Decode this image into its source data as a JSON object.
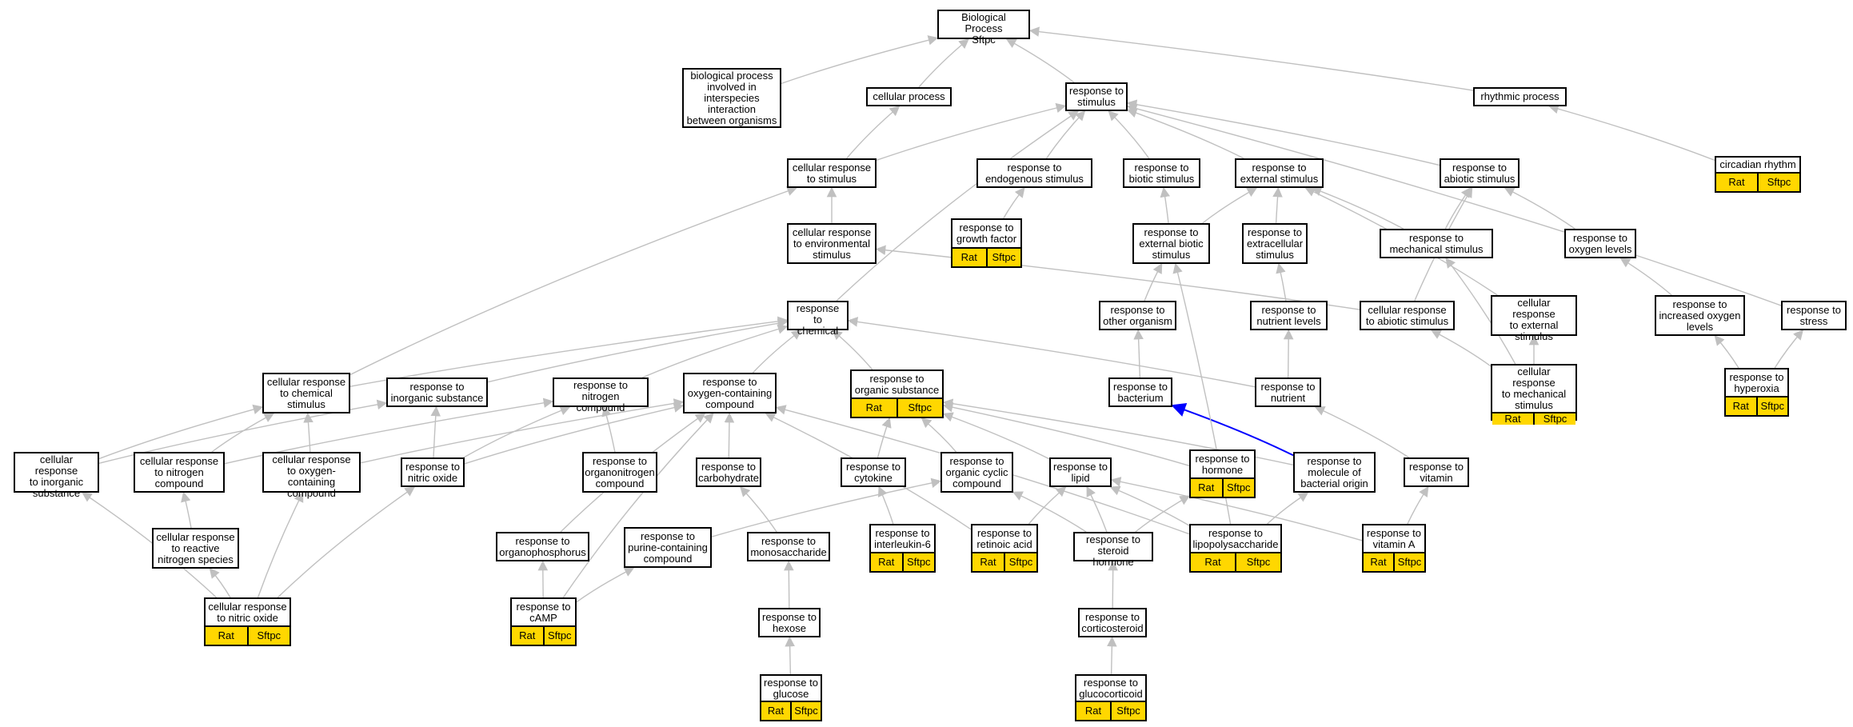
{
  "colors": {
    "edge": "#c0c0c0",
    "highlight_edge": "#0000ff",
    "annotated_fill": "#ffd700",
    "border": "#000000"
  },
  "nodes": [
    {
      "id": "bp",
      "label": "Biological Process\nSftpc"
    },
    {
      "id": "bpinter",
      "label": "biological process\ninvolved in\ninterspecies\ninteraction\nbetween organisms"
    },
    {
      "id": "cellproc",
      "label": "cellular process"
    },
    {
      "id": "rstim",
      "label": "response to\nstimulus"
    },
    {
      "id": "rhythm",
      "label": "rhythmic process"
    },
    {
      "id": "circ",
      "label": "circadian rhythm",
      "tags": [
        "Rat",
        "Sftpc"
      ]
    },
    {
      "id": "crstim",
      "label": "cellular response\nto stimulus"
    },
    {
      "id": "rendo",
      "label": "response to\nendogenous stimulus"
    },
    {
      "id": "rbiotic",
      "label": "response to\nbiotic stimulus"
    },
    {
      "id": "rext",
      "label": "response to\nexternal stimulus"
    },
    {
      "id": "rabiotic",
      "label": "response to\nabiotic stimulus"
    },
    {
      "id": "crenv",
      "label": "cellular response\nto environmental\nstimulus"
    },
    {
      "id": "rgrowth",
      "label": "response to\ngrowth factor",
      "tags": [
        "Rat",
        "Sftpc"
      ]
    },
    {
      "id": "rextbio",
      "label": "response to\nexternal biotic\nstimulus"
    },
    {
      "id": "rextra",
      "label": "response to\nextracellular\nstimulus"
    },
    {
      "id": "rmech",
      "label": "response to\nmechanical stimulus"
    },
    {
      "id": "roxy",
      "label": "response to\noxygen levels"
    },
    {
      "id": "rchem",
      "label": "response to\nchemical"
    },
    {
      "id": "rother",
      "label": "response to\nother organism"
    },
    {
      "id": "rnutlev",
      "label": "response to\nnutrient levels"
    },
    {
      "id": "crabio",
      "label": "cellular response\nto abiotic stimulus"
    },
    {
      "id": "crext",
      "label": "cellular response\nto external\nstimulus"
    },
    {
      "id": "rincox",
      "label": "response to\nincreased oxygen\nlevels"
    },
    {
      "id": "rstress",
      "label": "response to\nstress"
    },
    {
      "id": "crchem",
      "label": "cellular response\nto chemical\nstimulus"
    },
    {
      "id": "rinorg",
      "label": "response to\ninorganic substance"
    },
    {
      "id": "rnitro",
      "label": "response to\nnitrogen compound"
    },
    {
      "id": "roxcomp",
      "label": "response to\noxygen-containing\ncompound"
    },
    {
      "id": "rorgsub",
      "label": "response to\norganic substance",
      "tags": [
        "Rat",
        "Sftpc"
      ]
    },
    {
      "id": "rbact",
      "label": "response to\nbacterium"
    },
    {
      "id": "rnut",
      "label": "response to\nnutrient"
    },
    {
      "id": "crmech",
      "label": "cellular response\nto mechanical\nstimulus",
      "tags": [
        "Rat",
        "Sftpc"
      ]
    },
    {
      "id": "rhyper",
      "label": "response to\nhyperoxia",
      "tags": [
        "Rat",
        "Sftpc"
      ]
    },
    {
      "id": "crinorg",
      "label": "cellular response\nto inorganic\nsubstance"
    },
    {
      "id": "crnitro",
      "label": "cellular response\nto nitrogen\ncompound"
    },
    {
      "id": "croxcomp",
      "label": "cellular response\nto oxygen-containing\ncompound"
    },
    {
      "id": "rno",
      "label": "response to\nnitric oxide"
    },
    {
      "id": "rorgnit",
      "label": "response to\norganonitrogen\ncompound"
    },
    {
      "id": "rcarb",
      "label": "response to\ncarbohydrate"
    },
    {
      "id": "rcyt",
      "label": "response to\ncytokine"
    },
    {
      "id": "rorgcyc",
      "label": "response to\norganic cyclic\ncompound"
    },
    {
      "id": "rlipid",
      "label": "response to\nlipid"
    },
    {
      "id": "rhorm",
      "label": "response to\nhormone",
      "tags": [
        "Rat",
        "Sftpc"
      ]
    },
    {
      "id": "rmolbact",
      "label": "response to\nmolecule of\nbacterial origin"
    },
    {
      "id": "rvit",
      "label": "response to\nvitamin"
    },
    {
      "id": "crrns",
      "label": "cellular response\nto reactive\nnitrogen species"
    },
    {
      "id": "rorgphos",
      "label": "response to\norganophosphorus"
    },
    {
      "id": "rpurine",
      "label": "response to\npurine-containing\ncompound"
    },
    {
      "id": "rmono",
      "label": "response to\nmonosaccharide"
    },
    {
      "id": "ril6",
      "label": "response to\ninterleukin-6",
      "tags": [
        "Rat",
        "Sftpc"
      ]
    },
    {
      "id": "rretin",
      "label": "response to\nretinoic acid",
      "tags": [
        "Rat",
        "Sftpc"
      ]
    },
    {
      "id": "rster",
      "label": "response to\nsteroid hormone"
    },
    {
      "id": "rlps",
      "label": "response to\nlipopolysaccharide",
      "tags": [
        "Rat",
        "Sftpc"
      ]
    },
    {
      "id": "rvita",
      "label": "response to\nvitamin A",
      "tags": [
        "Rat",
        "Sftpc"
      ]
    },
    {
      "id": "crno",
      "label": "cellular response\nto nitric oxide",
      "tags": [
        "Rat",
        "Sftpc"
      ]
    },
    {
      "id": "rcamp",
      "label": "response to\ncAMP",
      "tags": [
        "Rat",
        "Sftpc"
      ]
    },
    {
      "id": "rhex",
      "label": "response to\nhexose"
    },
    {
      "id": "rcort",
      "label": "response to\ncorticosteroid"
    },
    {
      "id": "rgluc",
      "label": "response to\nglucose",
      "tags": [
        "Rat",
        "Sftpc"
      ]
    },
    {
      "id": "rglucoc",
      "label": "response to\nglucocorticoid",
      "tags": [
        "Rat",
        "Sftpc"
      ]
    }
  ],
  "edges": [
    [
      "bpinter",
      "bp"
    ],
    [
      "cellproc",
      "bp"
    ],
    [
      "rstim",
      "bp"
    ],
    [
      "rhythm",
      "bp"
    ],
    [
      "circ",
      "rhythm"
    ],
    [
      "crstim",
      "cellproc"
    ],
    [
      "crstim",
      "rstim"
    ],
    [
      "rendo",
      "rstim"
    ],
    [
      "rbiotic",
      "rstim"
    ],
    [
      "rext",
      "rstim"
    ],
    [
      "rabiotic",
      "rstim"
    ],
    [
      "rstress",
      "rstim"
    ],
    [
      "rchem",
      "rstim"
    ],
    [
      "crenv",
      "crstim"
    ],
    [
      "rgrowth",
      "rendo"
    ],
    [
      "rextbio",
      "rbiotic"
    ],
    [
      "rextbio",
      "rext"
    ],
    [
      "rextra",
      "rext"
    ],
    [
      "rmech",
      "rabiotic"
    ],
    [
      "rmech",
      "rext"
    ],
    [
      "roxy",
      "rabiotic"
    ],
    [
      "rother",
      "rextbio"
    ],
    [
      "rnutlev",
      "rextra"
    ],
    [
      "crabio",
      "crenv"
    ],
    [
      "crabio",
      "rabiotic"
    ],
    [
      "crext",
      "rext"
    ],
    [
      "rincox",
      "roxy"
    ],
    [
      "crchem",
      "crstim"
    ],
    [
      "crchem",
      "rchem"
    ],
    [
      "rinorg",
      "rchem"
    ],
    [
      "rnitro",
      "rchem"
    ],
    [
      "roxcomp",
      "rchem"
    ],
    [
      "rorgsub",
      "rchem"
    ],
    [
      "rbact",
      "rother"
    ],
    [
      "rnut",
      "rnutlev"
    ],
    [
      "rnut",
      "rchem"
    ],
    [
      "crmech",
      "crabio"
    ],
    [
      "crmech",
      "crext"
    ],
    [
      "crmech",
      "rmech"
    ],
    [
      "rhyper",
      "rincox"
    ],
    [
      "rhyper",
      "rstress"
    ],
    [
      "crinorg",
      "crchem"
    ],
    [
      "crinorg",
      "rinorg"
    ],
    [
      "crnitro",
      "crchem"
    ],
    [
      "crnitro",
      "rnitro"
    ],
    [
      "croxcomp",
      "crchem"
    ],
    [
      "croxcomp",
      "roxcomp"
    ],
    [
      "rno",
      "rinorg"
    ],
    [
      "rno",
      "rnitro"
    ],
    [
      "rno",
      "roxcomp"
    ],
    [
      "rorgnit",
      "rnitro"
    ],
    [
      "rcarb",
      "roxcomp"
    ],
    [
      "rcyt",
      "rorgsub"
    ],
    [
      "rorgcyc",
      "rorgsub"
    ],
    [
      "rlipid",
      "rorgsub"
    ],
    [
      "rhorm",
      "rorgsub"
    ],
    [
      "rmolbact",
      "rorgsub"
    ],
    [
      "rmolbact",
      "rbact"
    ],
    [
      "rvit",
      "rnut"
    ],
    [
      "crrns",
      "crnitro"
    ],
    [
      "rorgphos",
      "roxcomp"
    ],
    [
      "rpurine",
      "rorgcyc"
    ],
    [
      "rmono",
      "rcarb"
    ],
    [
      "ril6",
      "rcyt"
    ],
    [
      "rretin",
      "rlipid"
    ],
    [
      "rretin",
      "roxcomp"
    ],
    [
      "rster",
      "rlipid"
    ],
    [
      "rster",
      "rhorm"
    ],
    [
      "rster",
      "rorgcyc"
    ],
    [
      "rlps",
      "rlipid"
    ],
    [
      "rlps",
      "rmolbact"
    ],
    [
      "rlps",
      "rextbio"
    ],
    [
      "rlps",
      "roxcomp"
    ],
    [
      "rvita",
      "rvit"
    ],
    [
      "rvita",
      "rlipid"
    ],
    [
      "crno",
      "crinorg"
    ],
    [
      "crno",
      "crrns"
    ],
    [
      "crno",
      "croxcomp"
    ],
    [
      "crno",
      "rno"
    ],
    [
      "rcamp",
      "rorgphos"
    ],
    [
      "rcamp",
      "rpurine"
    ],
    [
      "rcamp",
      "roxcomp"
    ],
    [
      "rhex",
      "rmono"
    ],
    [
      "rcort",
      "rster"
    ],
    [
      "rgluc",
      "rhex"
    ],
    [
      "rglucoc",
      "rcort"
    ]
  ],
  "highlighted_edges": [
    [
      "rmolbact",
      "rbact"
    ]
  ]
}
